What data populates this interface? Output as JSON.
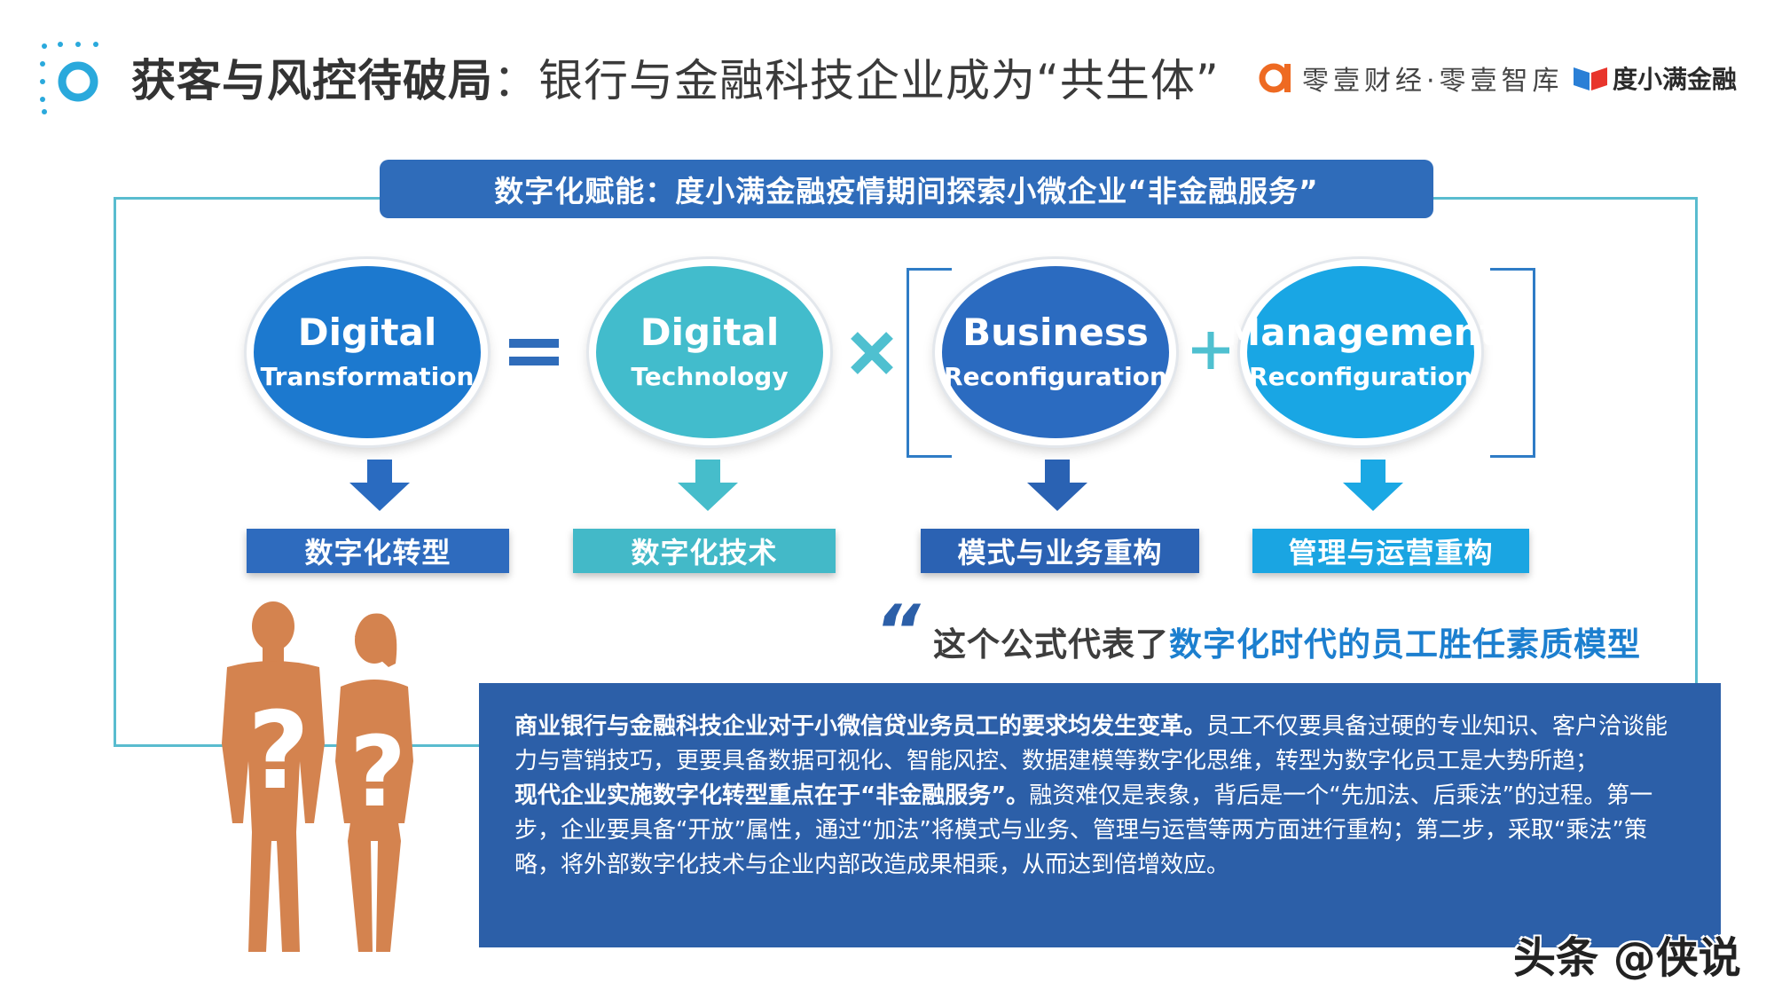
{
  "header": {
    "title_bold": "获客与风控待破局",
    "title_rest": "：银行与金融科技企业成为“共生体”",
    "brand1": "零壹财经·零壹智库",
    "brand2": "度小满金融"
  },
  "banner": "数字化赋能：度小满金融疫情期间探索小微企业“非金融服务”",
  "circles": [
    {
      "big": "Digital",
      "small": "Transformation",
      "label": "数字化转型",
      "color": "#1c79cf"
    },
    {
      "big": "Digital",
      "small": "Technology",
      "label": "数字化技术",
      "color": "#42bccc"
    },
    {
      "big": "Business",
      "small": "Reconfiguration",
      "label": "模式与业务重构",
      "color": "#2b6bc0"
    },
    {
      "big": "Management",
      "small": "Reconfiguration",
      "label": "管理与运营重构",
      "color": "#19a6e4"
    }
  ],
  "operators": {
    "equals": "=",
    "times": "×",
    "plus": "+"
  },
  "quote": {
    "mark": "“",
    "dark": "这个公式代表了",
    "blue": "数字化时代的员工胜任素质模型"
  },
  "textbox": {
    "p1_bold": "商业银行与金融科技企业对于小微信贷业务员工的要求均发生变革。",
    "p1_rest": "员工不仅要具备过硬的专业知识、客户洽谈能力与营销技巧，更要具备数据可视化、智能风控、数据建模等数字化思维，转型为数字化员工是大势所趋；",
    "p2_bold": "现代企业实施数字化转型重点在于“非金融服务”。",
    "p2_rest": "融资难仅是表象，背后是一个“先加法、后乘法”的过程。第一步，企业要具备“开放”属性，通过“加法”将模式与业务、管理与运营等两方面进行重构；第二步，采取“乘法”策略，将外部数字化技术与企业内部改造成果相乘，从而达到倍增效应。"
  },
  "watermark": "头条 @侠说",
  "colors": {
    "frame": "#59bccf",
    "banner": "#2f6cba",
    "textbox": "#2c5fa8",
    "figure": "#d4834f",
    "quote_blue": "#1c7fcf"
  }
}
